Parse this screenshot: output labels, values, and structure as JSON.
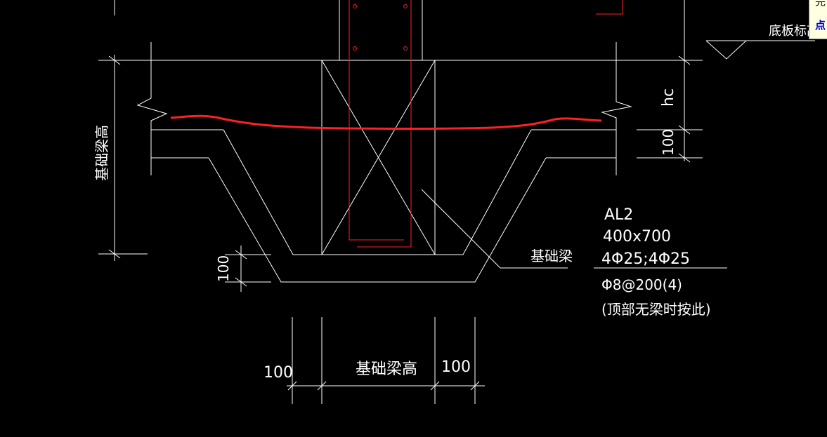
{
  "labels": {
    "beam_height_vertical": "基础梁高",
    "slab_elevation": "底板标高",
    "hc": "hc",
    "dim_100_right": "100",
    "dim_100_left": "100",
    "foundation_beam": "基础梁",
    "beam_name": "AL2",
    "beam_size": "400x700",
    "beam_rebar": "4Φ25;4Φ25",
    "beam_stirrup": "Φ8@200(4)",
    "beam_note": "(顶部无梁时按此)",
    "bottom_dim_left": "100",
    "bottom_dim_mid": "基础梁高",
    "bottom_dim_right": "100"
  },
  "tooltip": {
    "line1": "完",
    "line2": "点"
  },
  "colors": {
    "background": "#000000",
    "line": "#ffffff",
    "rebar": "#ff2020",
    "tooltip_bg": "#ffffe1",
    "tooltip_link": "#0000cc"
  }
}
